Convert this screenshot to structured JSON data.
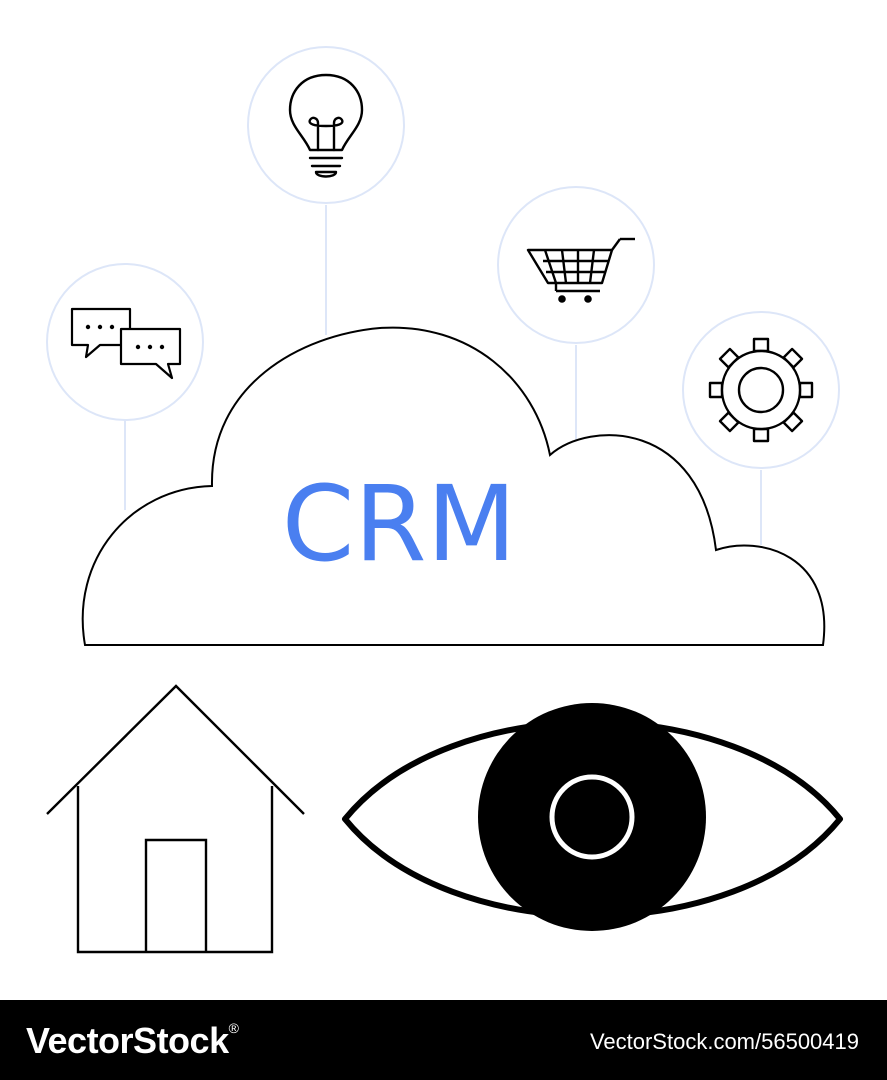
{
  "illustration": {
    "center_label": "CRM",
    "icons": [
      "chat-bubbles-icon",
      "lightbulb-icon",
      "shopping-cart-icon",
      "gear-icon",
      "house-icon",
      "eye-icon"
    ],
    "colors": {
      "accent": "#4a7ff0",
      "circle_outline": "#dde6f8",
      "stroke": "#000000"
    }
  },
  "footer": {
    "brand": "VectorStock",
    "registered_mark": "®",
    "image_id": "VectorStock.com/56500419"
  }
}
